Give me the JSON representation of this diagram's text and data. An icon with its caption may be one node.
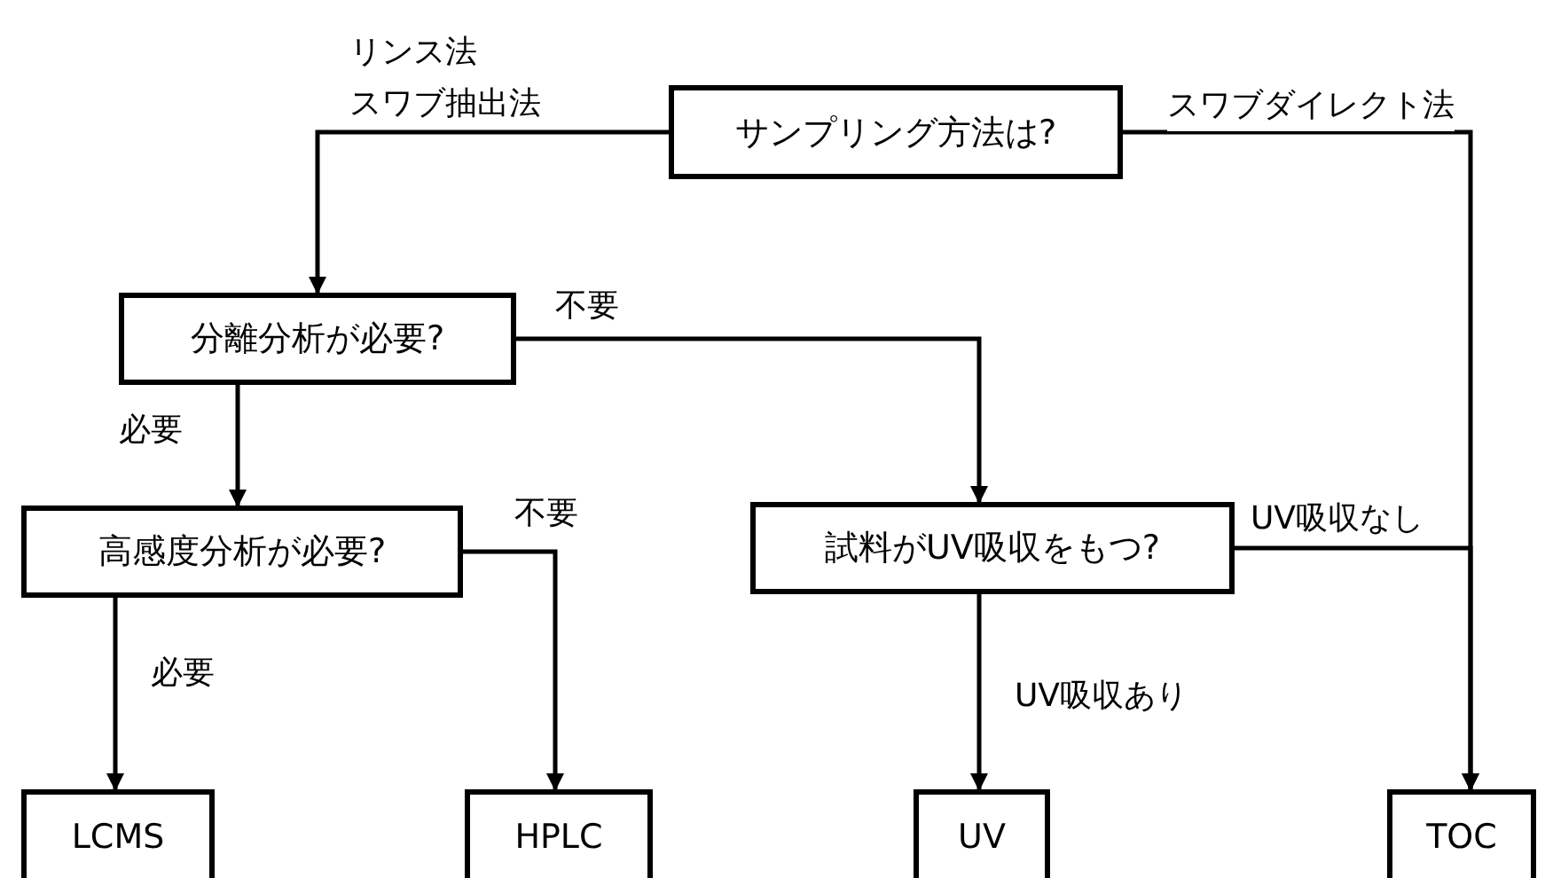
{
  "diagram": {
    "nodes": [
      {
        "text": [
          "サンプリング方法は?"
        ]
      },
      {
        "text": [
          "分離分析が必要?"
        ]
      },
      {
        "text": [
          "高感度分析が必要?"
        ]
      },
      {
        "text": [
          "試料がUV吸収をもつ?"
        ]
      },
      {
        "text": [
          "LCMS"
        ]
      },
      {
        "text": [
          "HPLC"
        ]
      },
      {
        "text": [
          "UV"
        ]
      },
      {
        "text": [
          "TOC"
        ]
      }
    ],
    "edges": [
      {
        "from": 0,
        "to": 1,
        "arrow": "to",
        "label": "リンス法スワブ抽出法"
      },
      {
        "from": 0,
        "to": 7,
        "arrow": "to",
        "label": "スワブダイレクト法"
      },
      {
        "from": 1,
        "to": 3,
        "arrow": "to",
        "label": "不要"
      },
      {
        "from": 1,
        "to": 2,
        "arrow": "to",
        "label": "必要"
      },
      {
        "from": 2,
        "to": 4,
        "arrow": "to",
        "label": "必要"
      },
      {
        "from": 2,
        "to": 5,
        "arrow": "to",
        "label": "不要"
      },
      {
        "from": 3,
        "to": 6,
        "arrow": "to",
        "label": "UV吸収あり"
      },
      {
        "from": 3,
        "to": 7,
        "arrow": "to",
        "label": "UV吸収なし"
      }
    ]
  }
}
